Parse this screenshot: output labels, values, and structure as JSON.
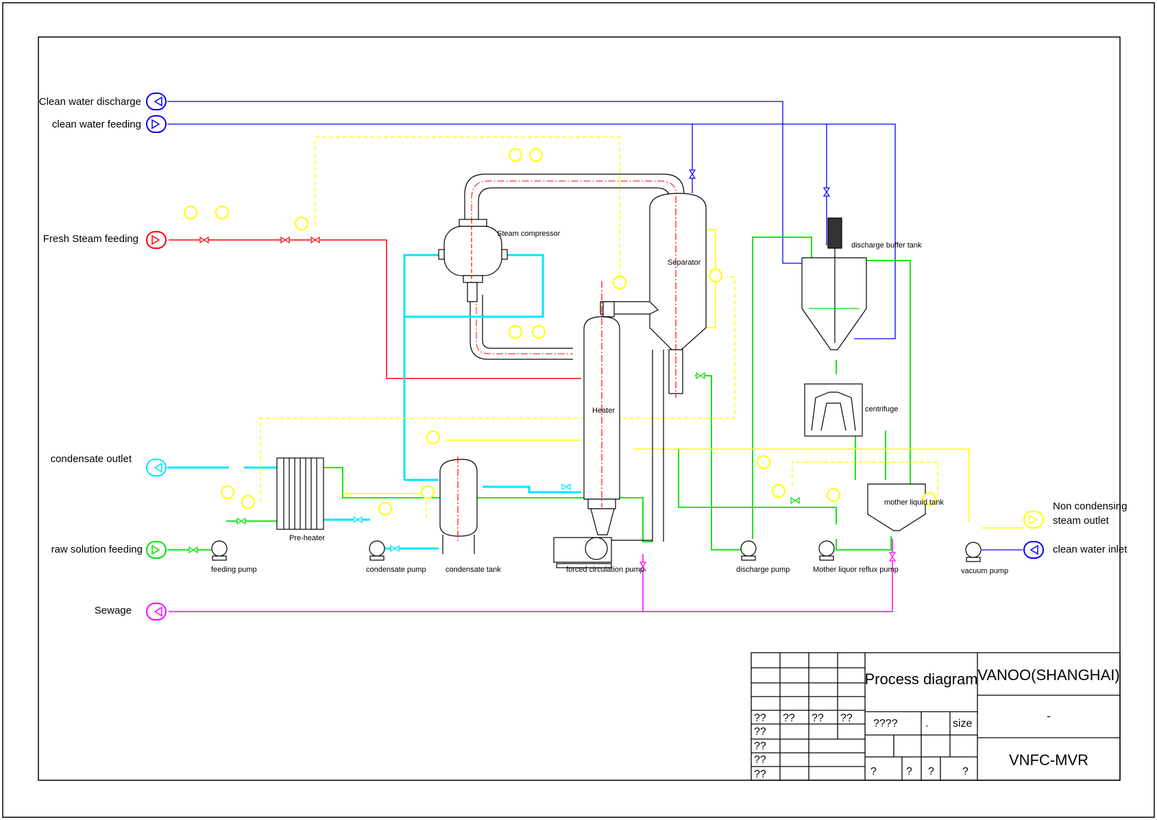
{
  "streams": {
    "clean_water_discharge": "Clean water discharge",
    "clean_water_feeding": "clean water feeding",
    "fresh_steam_feeding": "Fresh Steam feeding",
    "condensate_outlet": "condensate outlet",
    "raw_solution_feeding": "raw solution feeding",
    "sewage": "Sewage",
    "non_condensing_line1": "Non condensing",
    "non_condensing_line2": "steam outlet",
    "clean_water_inlet": "clean water inlet"
  },
  "equipment": {
    "steam_compressor": "Steam compressor",
    "separator": "Separator",
    "heater": "Heater",
    "discharge_buffer_tank": "discharge buffer tank",
    "centrifuge": "centrifuge",
    "pre_heater": "Pre-heater",
    "condensate_tank": "condensate tank",
    "mother_liquid_tank": "mother liquid tank",
    "feeding_pump": "feeding pump",
    "condensate_pump": "condensate pump",
    "forced_circulation_pump": "forced circulation pump",
    "discharge_pump": "discharge pump",
    "mother_liquor_reflux_pump": "Mother liquor reflux pump",
    "vacuum_pump": "vacuum pump"
  },
  "title_block": {
    "title": "Process diagram",
    "company": "VANOO(SHANGHAI)",
    "dash": "-",
    "model": "VNFC-MVR",
    "size_label": "size",
    "qmarks4": "????",
    "dot": ".",
    "qq": "??",
    "q": "?"
  },
  "colors": {
    "clean_water": "#0000ff",
    "steam": "#ff0000",
    "condensate": "#00e5ff",
    "raw_solution": "#00e000",
    "sewage": "#ff00ff",
    "instrument": "#ffff00",
    "vacuum": "#ffff00"
  }
}
